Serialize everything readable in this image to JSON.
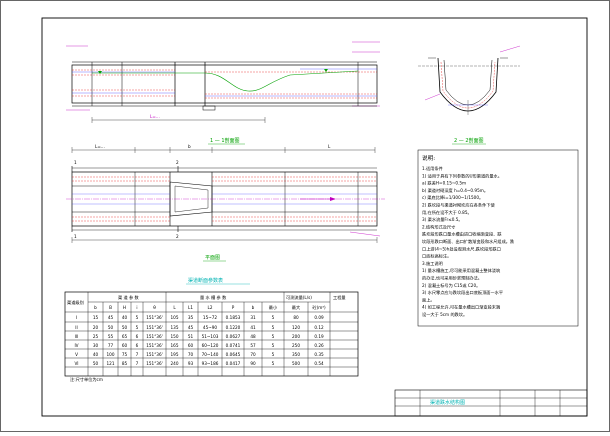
{
  "labels": {
    "section_1_1": "1 — 1剖面图",
    "section_2_2": "2 — 2剖面图",
    "plan": "平面图",
    "table_title": "渠道断面参数表",
    "table_footnote": "注:尺寸单位为cm",
    "drawing_title": "渠道跌水结构图",
    "dim_2": "2",
    "dim_1": "1",
    "dim_l2": "L=...",
    "dim_b": "b",
    "dim_l": "L"
  },
  "notes": {
    "title": "说明:",
    "lines": [
      "1.适用条件",
      " 1) 适用于具有下列参数的U形渠道的量水。",
      "   a) 跌差H=0.15~0.5m",
      "   b) 渠道衬砌深度 h=0.4~0.95m。",
      "   c) 渠底比降i=1/300~1/1500。",
      " 2) 跌坎段与渠道衬砌坎应在各条件下使",
      "   用,在所在设不大于 0.85。",
      " 3) 渠水流量Fr≤0.5。",
      "2.结构形式及尺寸",
      "   跌坎段形跌口量水槽由进口收缩渐变段、跌",
      " 坎段形跌口断面、出口扩散渐变段和水尺组成。跌",
      " 口上游(4~5)h处设观测水尺,跌坎段形跌口",
      " 口底标高标注。",
      "3.施工说明",
      " 1) 量水槽施工,尽可能采用混凝土整体浇筑",
      "   的办法,也可采用砂浆预制办法。",
      " 2) 混凝土标号为 C15或 C20。",
      " 3) 水尺零点应与跌坎段出口底板顶面一水平",
      "   面上。",
      " 4) 如工程允许,可在量水槽出口渐变段末端",
      "   设一大于 5cm 的跌坎。"
    ]
  },
  "table": {
    "header_row1": [
      "渠道级别",
      "渠 道 参 数",
      "量 水 槽 参 数",
      "可测流量(L/s)",
      "工程量"
    ],
    "header_row2": [
      "b",
      "B",
      "H",
      "i",
      "θ",
      "L",
      "L1",
      "L2",
      "P",
      "b",
      "最小",
      "最大",
      "砼(m³)"
    ],
    "rows": [
      [
        "I",
        "15",
        "45",
        "40",
        "5",
        "151°36'",
        "105",
        "35",
        "15~72",
        "0.1853",
        "31",
        "5",
        "80",
        "0.09"
      ],
      [
        "II",
        "20",
        "50",
        "50",
        "5",
        "151°36'",
        "135",
        "45",
        "45~90",
        "0.1220",
        "41",
        "5",
        "120",
        "0.12"
      ],
      [
        "III",
        "25",
        "55",
        "65",
        "6",
        "151°36'",
        "150",
        "51",
        "51~103",
        "0.0627",
        "48",
        "5",
        "200",
        "0.19"
      ],
      [
        "IV",
        "30",
        "77",
        "60",
        "6",
        "151°36'",
        "165",
        "60",
        "60~120",
        "0.0741",
        "57",
        "5",
        "250",
        "0.26"
      ],
      [
        "V",
        "40",
        "100",
        "75",
        "7",
        "151°36'",
        "195",
        "70",
        "70~140",
        "0.0645",
        "70",
        "5",
        "350",
        "0.35"
      ],
      [
        "VI",
        "50",
        "121",
        "85",
        "7",
        "151°36'",
        "240",
        "93",
        "93~186",
        "0.0417",
        "90",
        "5",
        "500",
        "0.54"
      ]
    ]
  },
  "colors": {
    "frame": "#000000",
    "cyan": "#00b3b3",
    "green": "#00a000",
    "magenta": "#c000c0",
    "red": "#e00000",
    "blue": "#3030ff"
  }
}
